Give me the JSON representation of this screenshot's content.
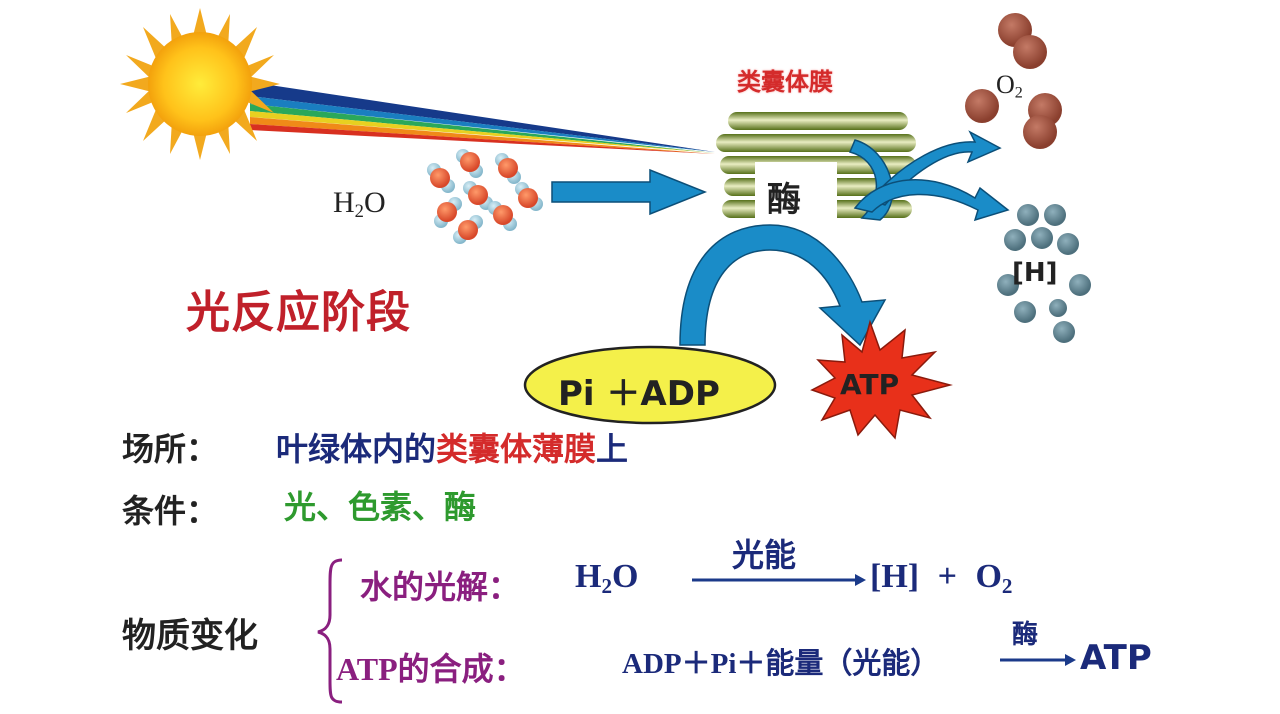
{
  "diagram": {
    "title": "光反应阶段",
    "membrane_label": "类囊体膜",
    "enzyme_label": "酶",
    "water_label": "H2O",
    "oxygen_label": "O2",
    "hydrogen_label": "[H]",
    "reactants_label": "Pi ＋ADP",
    "product_label": "ATP",
    "icons": {
      "sun": "sun-icon",
      "water_molecules": "water-molecules-icon",
      "oxygen_molecules": "oxygen-molecules-icon",
      "hydrogen_molecules": "hydrogen-molecules-icon",
      "thylakoid": "thylakoid-stack-icon"
    },
    "colors": {
      "arrow_blue": "#1a8cc8",
      "thylakoid_green": "#6b8a1a",
      "title_red": "#c0202a",
      "ellipse_yellow": "#f4f04a",
      "atp_star_red": "#e8301a",
      "oxygen_brown": "#a24f3c",
      "hydrogen_grey": "#5f8593"
    }
  },
  "notes": {
    "location": {
      "label": "场所：",
      "value_part1": "叶绿体内的",
      "value_part2": "类囊体薄膜",
      "value_part3": "上"
    },
    "conditions": {
      "label": "条件：",
      "value": "光、色素、酶"
    },
    "material_change": {
      "label": "物质变化",
      "reactions": [
        {
          "name": "水的光解：",
          "reactant_base": "H",
          "reactant_sub": "2",
          "reactant_tail": "O",
          "arrow_label": "光能",
          "product_a": "[H]",
          "plus": "+",
          "product_b_base": "O",
          "product_b_sub": "2"
        },
        {
          "name": "ATP的合成：",
          "reactants": "ADP＋Pi＋能量（光能）",
          "arrow_label": "酶",
          "product": "ATP"
        }
      ]
    }
  }
}
